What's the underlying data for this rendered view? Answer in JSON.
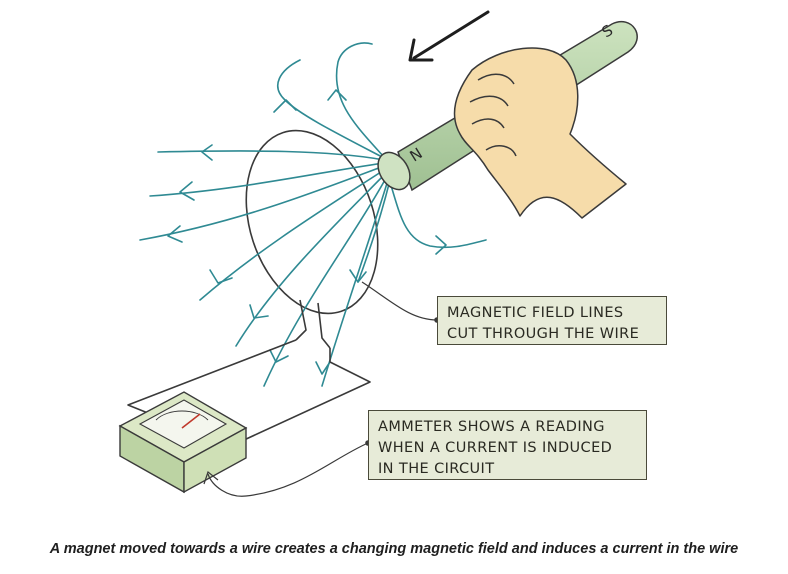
{
  "colors": {
    "field_line": "#2f8a93",
    "magnet": "#b7d2a9",
    "magnet_end": "#cfe2c2",
    "skin": "#f6dcaa",
    "wire": "#3a3a3a",
    "label_bg": "#e7ebd8",
    "meter_box": "#cfe0b6"
  },
  "icons": {
    "motion_arrow": "arrow-left-down-icon",
    "field_arrows": "chevron-arrow-icon",
    "meter": "ammeter-icon"
  },
  "magnet": {
    "north_label": "N",
    "south_label": "S"
  },
  "labels": {
    "field_lines": [
      "MAGNETIC FIELD LINES",
      "CUT THROUGH THE WIRE"
    ],
    "ammeter": [
      "AMMETER SHOWS A READING",
      "WHEN A CURRENT IS INDUCED",
      "IN THE CIRCUIT"
    ]
  },
  "caption": "A magnet moved towards a wire creates a changing magnetic field and induces a current in the wire"
}
